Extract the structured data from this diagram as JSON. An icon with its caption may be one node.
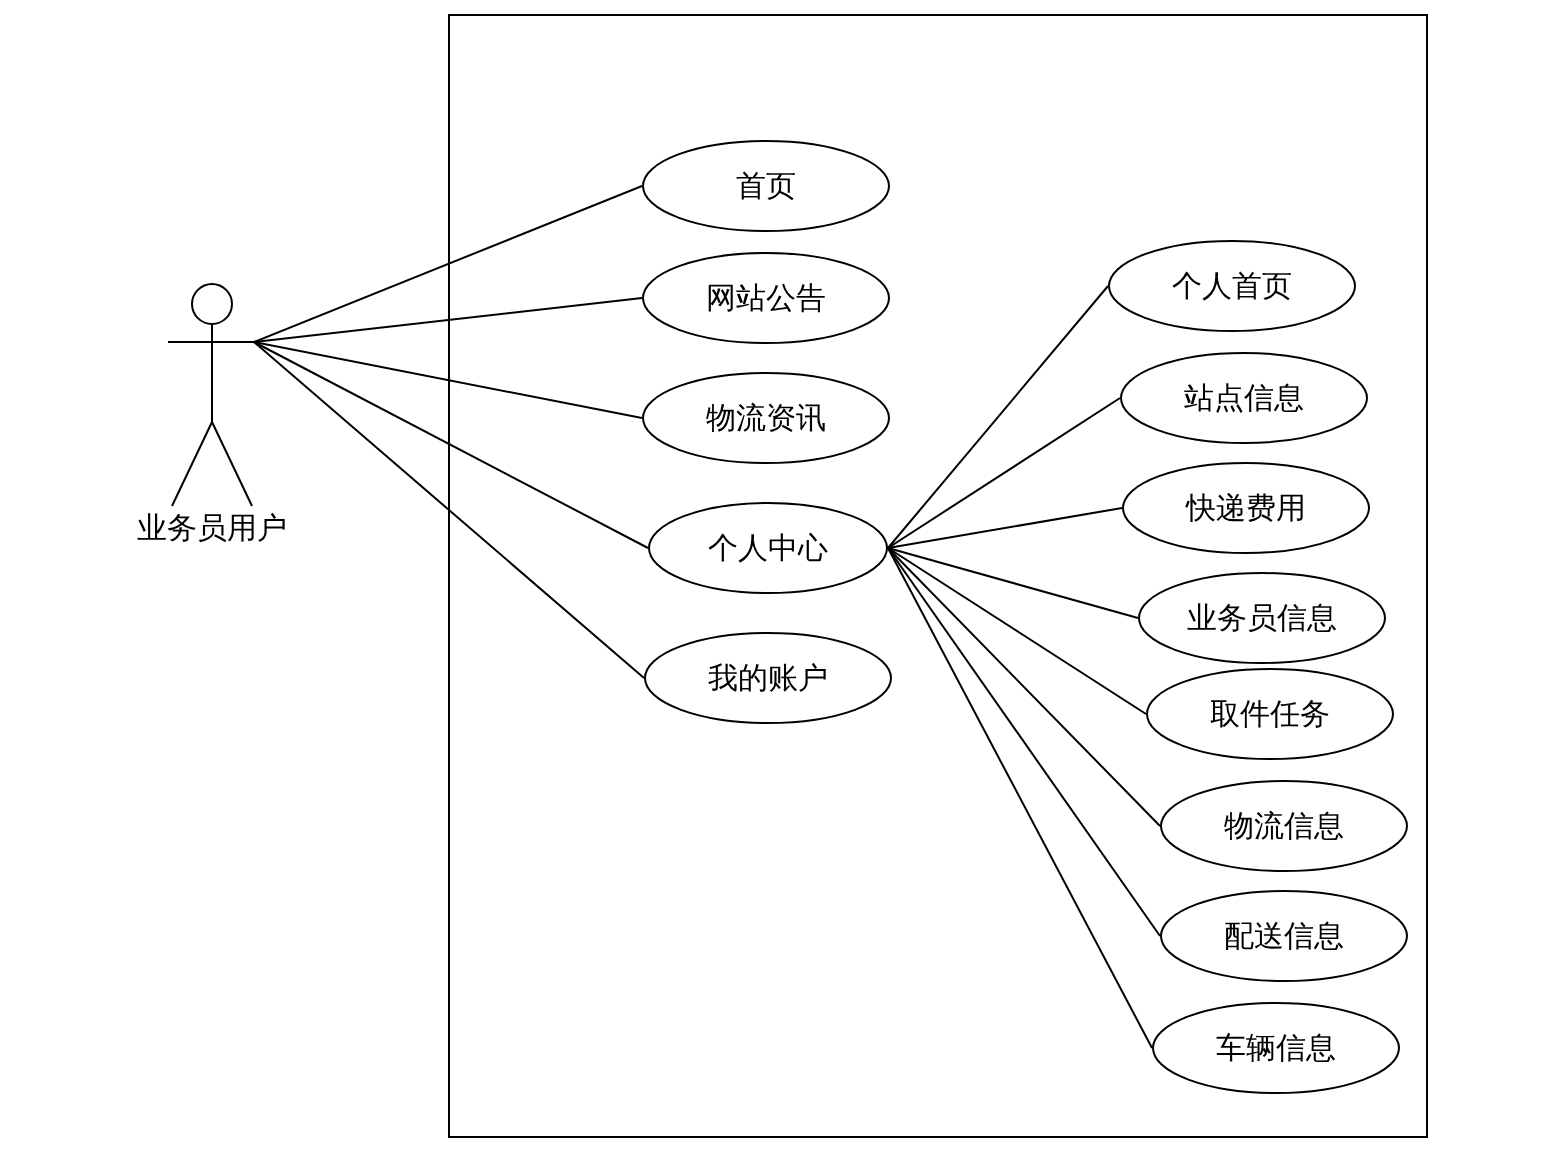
{
  "diagram": {
    "nodes": [
      {
        "text": [
          "业务员用户"
        ]
      },
      {
        "text": [],
        "shape": "box"
      },
      {
        "text": [
          "首页"
        ],
        "in": 1
      },
      {
        "text": [
          "网站公告"
        ],
        "in": 1
      },
      {
        "text": [
          "物流资讯"
        ],
        "in": 1
      },
      {
        "text": [
          "个人中心"
        ],
        "in": 1
      },
      {
        "text": [
          "我的账户"
        ],
        "in": 1
      },
      {
        "text": [
          "个人首页"
        ],
        "in": 1
      },
      {
        "text": [
          "站点信息"
        ],
        "in": 1
      },
      {
        "text": [
          "快递费用"
        ],
        "in": 1
      },
      {
        "text": [
          "业务员信息"
        ],
        "in": 1
      },
      {
        "text": [
          "取件任务"
        ],
        "in": 1
      },
      {
        "text": [
          "物流信息"
        ],
        "in": 1
      },
      {
        "text": [
          "配送信息"
        ],
        "in": 1
      },
      {
        "text": [
          "车辆信息"
        ],
        "in": 1
      }
    ],
    "edges": [
      {
        "from": 0,
        "to": 2,
        "arrow": "none"
      },
      {
        "from": 0,
        "to": 3,
        "arrow": "none"
      },
      {
        "from": 0,
        "to": 4,
        "arrow": "none"
      },
      {
        "from": 0,
        "to": 5,
        "arrow": "none"
      },
      {
        "from": 0,
        "to": 6,
        "arrow": "none"
      },
      {
        "from": 5,
        "to": 7,
        "arrow": "none"
      },
      {
        "from": 5,
        "to": 8,
        "arrow": "none"
      },
      {
        "from": 5,
        "to": 9,
        "arrow": "none"
      },
      {
        "from": 5,
        "to": 10,
        "arrow": "none"
      },
      {
        "from": 5,
        "to": 11,
        "arrow": "none"
      },
      {
        "from": 5,
        "to": 12,
        "arrow": "none"
      },
      {
        "from": 5,
        "to": 13,
        "arrow": "none"
      },
      {
        "from": 5,
        "to": 14,
        "arrow": "none"
      }
    ]
  }
}
